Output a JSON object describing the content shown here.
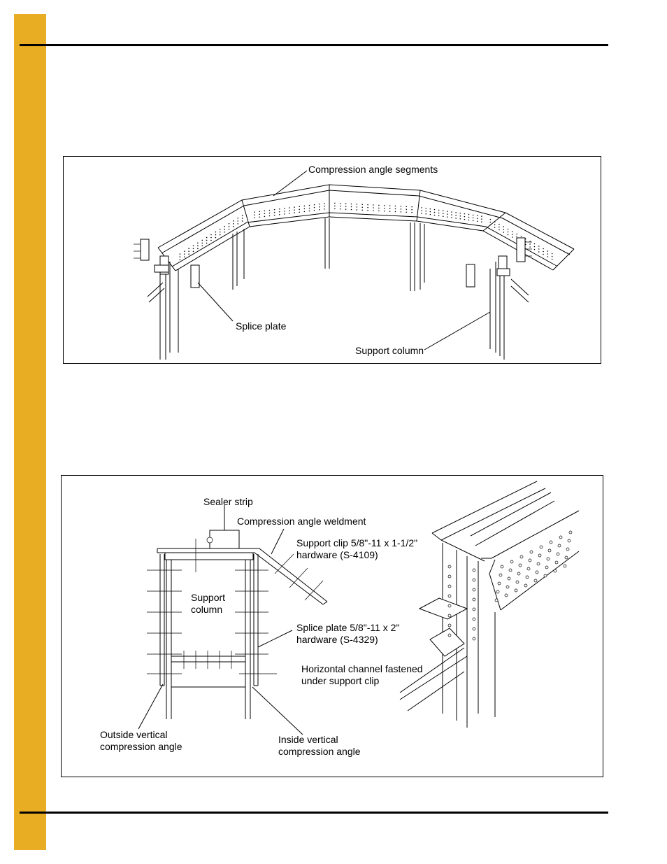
{
  "page": {
    "accent_color": "#E8AD22",
    "rule_color": "#000000"
  },
  "figure1": {
    "labels": {
      "compression_angle_segments": "Compression angle segments",
      "splice_plate": "Splice plate",
      "support_column": "Support column"
    }
  },
  "figure2": {
    "labels": {
      "sealer_strip": "Sealer strip",
      "compression_angle_weldment": "Compression angle weldment",
      "support_clip_line1": "Support clip 5/8\"-11 x 1-1/2\"",
      "support_clip_line2": "hardware (S-4109)",
      "support_column_line1": "Support",
      "support_column_line2": "column",
      "splice_plate_line1": "Splice plate 5/8\"-11 x 2\"",
      "splice_plate_line2": "hardware (S-4329)",
      "horizontal_channel_line1": "Horizontal channel fastened",
      "horizontal_channel_line2": "under support clip",
      "outside_vertical_line1": "Outside vertical",
      "outside_vertical_line2": "compression angle",
      "inside_vertical_line1": "Inside vertical",
      "inside_vertical_line2": "compression angle"
    }
  }
}
